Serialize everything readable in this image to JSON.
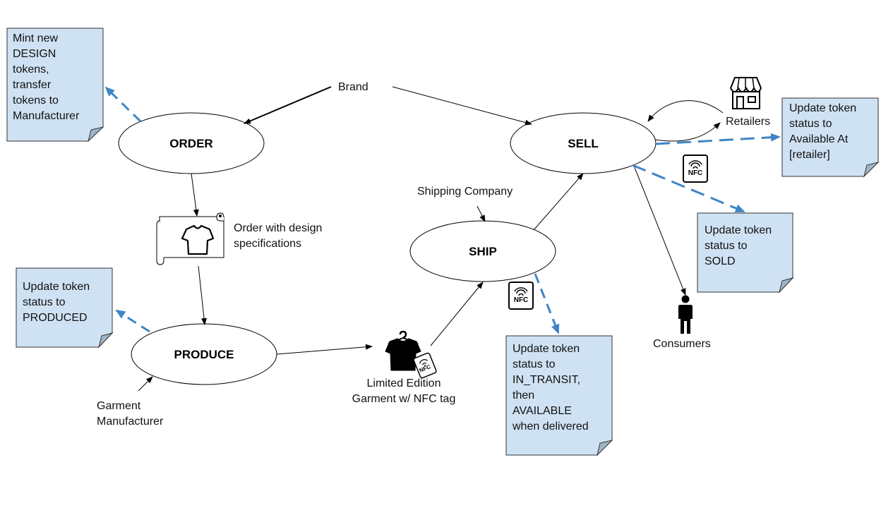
{
  "colors": {
    "note_fill": "#cfe2f3",
    "accent_arrow": "#3d85c6",
    "ink": "#000000"
  },
  "nodes": {
    "order": "ORDER",
    "produce": "PRODUCE",
    "ship": "SHIP",
    "sell": "SELL"
  },
  "actors": {
    "brand": "Brand",
    "shipping_company": "Shipping Company",
    "retailers": "Retailers",
    "consumers": "Consumers",
    "garment_manufacturer": "Garment\nManufacturer"
  },
  "artifacts": {
    "order_spec": "Order with design\nspecifications",
    "garment": "Limited Edition\nGarment w/ NFC tag"
  },
  "nfc_tag_text": "NFC",
  "notes": {
    "mint": "Mint new\nDESIGN\ntokens,\ntransfer\ntokens to\nManufacturer",
    "produced": "Update token\nstatus to\nPRODUCED",
    "in_transit": "Update token\nstatus to\nIN_TRANSIT,\nthen\nAVAILABLE\nwhen delivered",
    "available_at": "Update token\nstatus to\nAvailable At\n[retailer]",
    "sold": "Update token\nstatus to\nSOLD"
  }
}
